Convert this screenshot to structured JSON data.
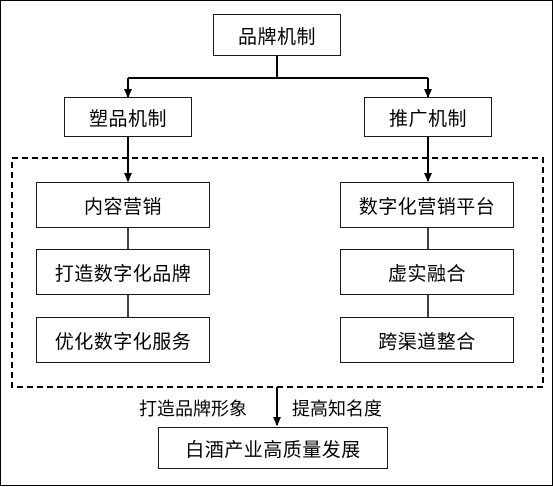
{
  "diagram": {
    "top": "品牌机制",
    "left_branch": {
      "head": "塑品机制",
      "items": [
        "内容营销",
        "打造数字化品牌",
        "优化数字化服务"
      ]
    },
    "right_branch": {
      "head": "推广机制",
      "items": [
        "数字化营销平台",
        "虚实融合",
        "跨渠道整合"
      ]
    },
    "caption_left": "打造品牌形象",
    "caption_right": "提高知名度",
    "bottom": "白酒产业高质量发展"
  }
}
